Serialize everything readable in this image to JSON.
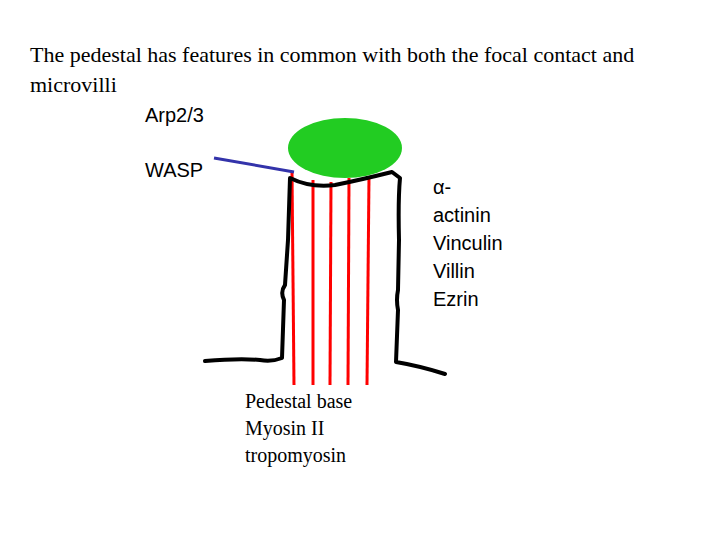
{
  "diagram": {
    "title": "The pedestal has features in common with both the focal contact and microvilli",
    "labels": [
      "Arp2/3 WASP",
      "α-actinin Vinculin Villin Ezrin",
      "Pedestal base Myosin II tropomyosin"
    ]
  }
}
